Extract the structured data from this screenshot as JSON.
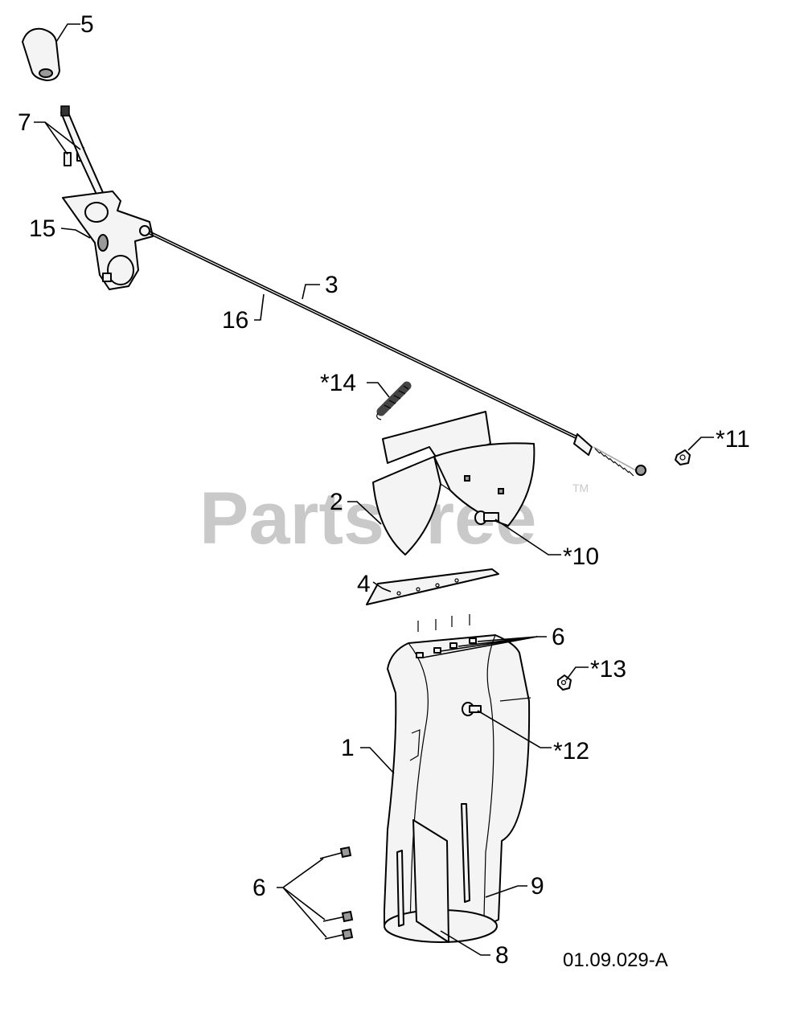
{
  "watermark": {
    "text": "PartsTree",
    "trademark": "TM"
  },
  "callouts": {
    "c1": "1",
    "c2": "2",
    "c3": "3",
    "c4": "4",
    "c5": "5",
    "c6": "6",
    "c7": "7",
    "c8": "8",
    "c9": "9",
    "c10": "*10",
    "c11": "*11",
    "c12": "*12",
    "c13": "*13",
    "c14": "*14",
    "c15": "15",
    "c16": "16"
  },
  "document_id": "01.09.029-A"
}
